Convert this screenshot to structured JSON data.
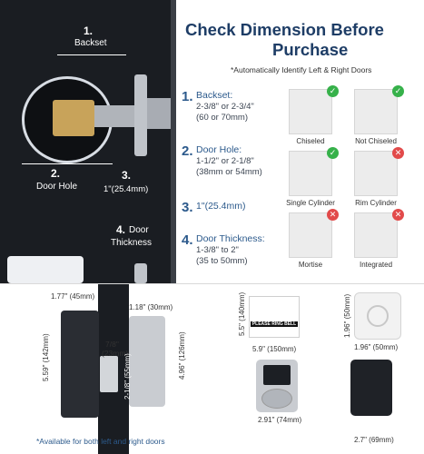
{
  "header": {
    "title_line1": "Check Dimension Before",
    "title_line2": "Purchase",
    "subtitle": "*Automatically Identify Left & Right Doors"
  },
  "door_labels": {
    "backset_num": "1.",
    "backset": "Backset",
    "hole_num": "2.",
    "hole": "Door Hole",
    "faceplate_num": "3.",
    "faceplate": "1\"(25.4mm)",
    "thickness_num": "4.",
    "thickness_l1": "Door",
    "thickness_l2": "Thickness"
  },
  "steps": [
    {
      "num": "1.",
      "title": "Backset:",
      "lines": [
        "2-3/8\" or 2-3/4\"",
        "(60 or 70mm)"
      ]
    },
    {
      "num": "2.",
      "title": "Door Hole:",
      "lines": [
        "1-1/2\" or 2-1/8\"",
        "(38mm or 54mm)"
      ]
    },
    {
      "num": "3.",
      "title": "1\"(25.4mm)",
      "lines": []
    },
    {
      "num": "4.",
      "title": "Door Thickness:",
      "lines": [
        "1-3/8\" to 2\"",
        "(35 to 50mm)"
      ]
    }
  ],
  "options": [
    {
      "label": "Chiseled",
      "status": "ok"
    },
    {
      "label": "Not Chiseled",
      "status": "ok"
    },
    {
      "label": "Single Cylinder",
      "status": "ok"
    },
    {
      "label": "Rim Cylinder",
      "status": "no"
    },
    {
      "label": "Mortise",
      "status": "no"
    },
    {
      "label": "Integrated",
      "status": "no"
    }
  ],
  "icons": {
    "ok": "✓",
    "no": "✕"
  },
  "bottom": {
    "d1": "1.77\" (45mm)",
    "d2": "1.18\" (30mm)",
    "d3": "5.59\" (142mm)",
    "d4": "4.96\" (126mm)",
    "d5a": "7/8\"",
    "d5b": "(23mm)",
    "d6": "2-1/8\" (55mm)",
    "note": "*Available for both left and right doors",
    "card_h": "5.5\" (140mm)",
    "card_w": "5.9\" (150mm)",
    "card_text": "PLEASE RING BELL",
    "bell_h": "1.96\" (50mm)",
    "bell_w": "1.96\" (50mm)",
    "lock_w": "2.91\" (74mm)",
    "back_w": "2.7\" (69mm)"
  }
}
